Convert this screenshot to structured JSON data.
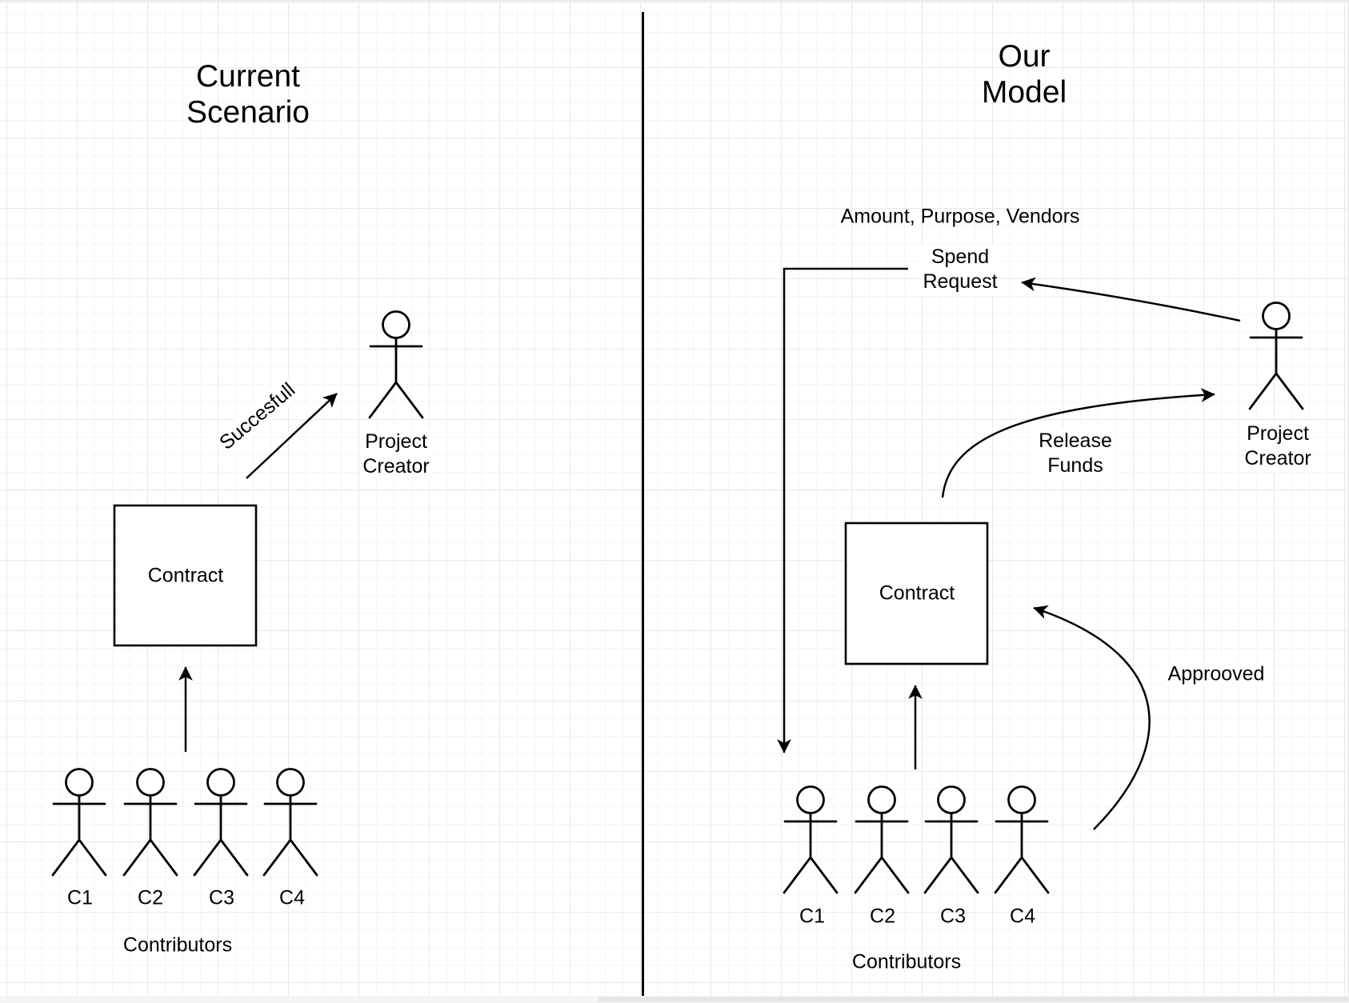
{
  "canvas": {
    "left": {
      "title": "Current\nScenario",
      "arrow_label": "Succesfull",
      "creator_label": "Project\nCreator",
      "contract_label": "Contract",
      "contributor_labels": [
        "C1",
        "C2",
        "C3",
        "C4"
      ],
      "group_label": "Contributors"
    },
    "right": {
      "title": "Our\nModel",
      "note_label": "Amount, Purpose, Vendors",
      "spend_request_label": "Spend\nRequest",
      "release_funds_label": "Release\nFunds",
      "approved_label": "Approoved",
      "creator_label": "Project\nCreator",
      "contract_label": "Contract",
      "contributor_labels": [
        "C1",
        "C2",
        "C3",
        "C4"
      ],
      "group_label": "Contributors"
    },
    "colors": {
      "stroke": "#000000",
      "background": "#ffffff",
      "grid_minor": "#f5f5f5",
      "grid_major": "#e8e8e8",
      "scrollbar_track": "#f4f5f6",
      "scrollbar_thumb": "#e4e6e8"
    }
  }
}
